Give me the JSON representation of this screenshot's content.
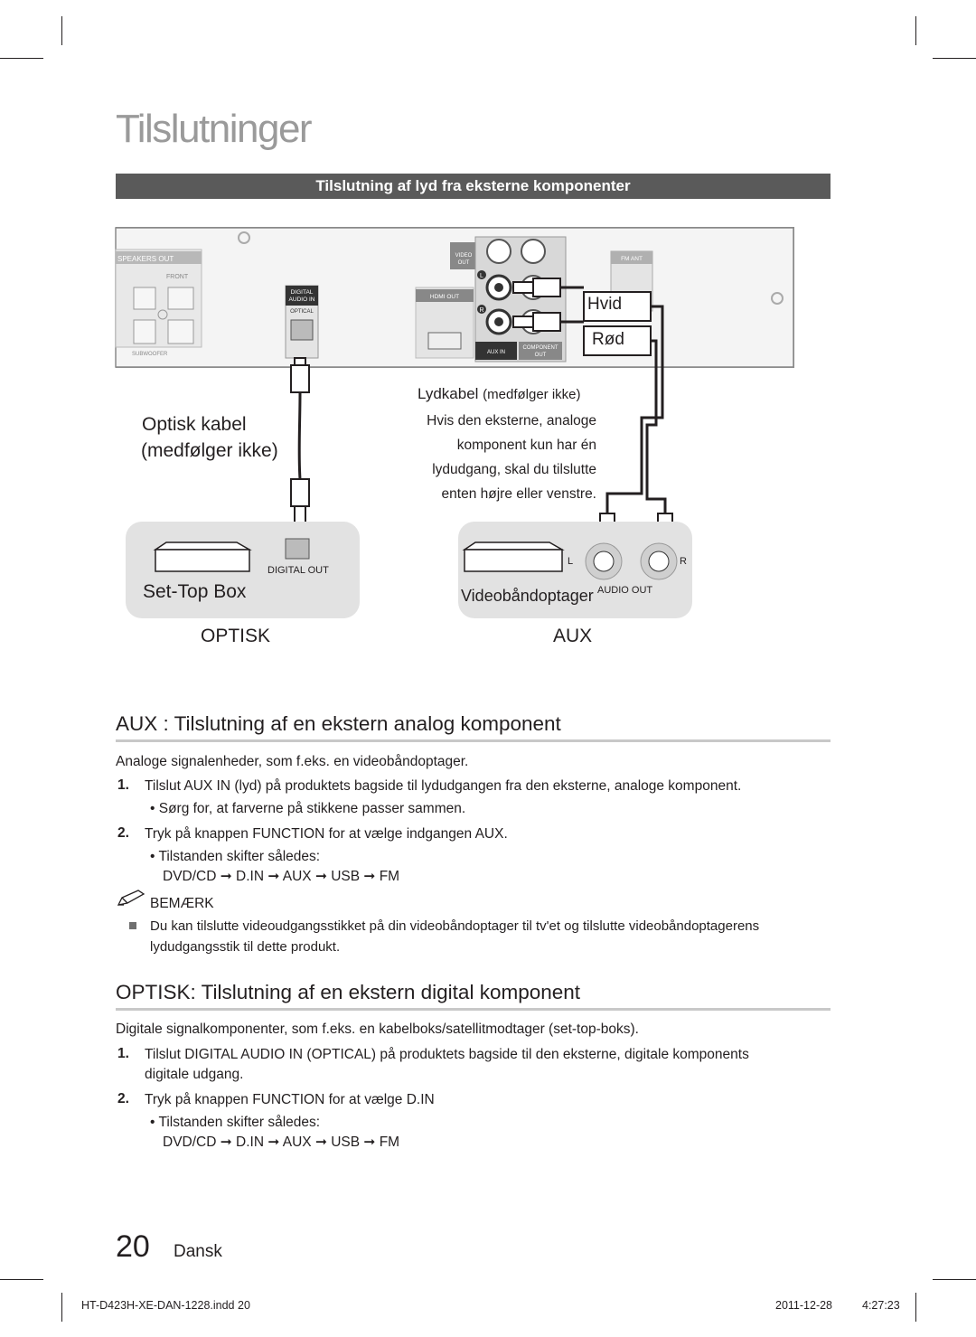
{
  "page": {
    "title": "Tilslutninger",
    "section_bar": "Tilslutning af lyd fra eksterne komponenter",
    "page_number": "20",
    "language": "Dansk"
  },
  "diagram": {
    "rear_panel_labels": {
      "speakers_out": "SPEAKERS OUT",
      "front": "FRONT",
      "subwoofer": "SUBWOOFER",
      "digital_audio_in_1": "DIGITAL",
      "digital_audio_in_2": "AUDIO IN",
      "optical": "OPTICAL",
      "video_out_1": "VIDEO",
      "video_out_2": "OUT",
      "hdmi_out": "HDMI OUT",
      "aux_in": "AUX IN",
      "component_out_1": "COMPONENT",
      "component_out_2": "OUT",
      "fm_ant": "FM ANT",
      "l": "L",
      "r": "R"
    },
    "hvid": "Hvid",
    "rod": "Rød",
    "lydkabel_bold": "Lydkabel",
    "lydkabel_rest": "(medfølger ikke)",
    "lydkabel_note": [
      "Hvis den eksterne, analoge",
      "komponent kun har én",
      "lydudgang, skal du tilslutte",
      "enten højre eller venstre."
    ],
    "optisk_kabel_1": "Optisk kabel",
    "optisk_kabel_2": "(medfølger ikke)",
    "digital_out": "DIGITAL OUT",
    "set_top_box": "Set-Top Box",
    "videobandoptager": "Videobåndoptager",
    "audio_out": "AUDIO OUT",
    "l_label": "L",
    "r_label": "R",
    "optisk": "OPTISK",
    "aux": "AUX"
  },
  "aux_section": {
    "heading": "AUX : Tilslutning af en ekstern analog komponent",
    "intro": "Analoge signalenheder, som f.eks. en videobåndoptager.",
    "step1_num": "1.",
    "step1_a": "Tilslut ",
    "step1_b": "AUX IN",
    "step1_c": " (lyd) på produktets bagside til lydudgangen fra den eksterne, analoge komponent.",
    "step1_bullet": "Sørg for, at farverne på stikkene passer sammen.",
    "step2_num": "2.",
    "step2_a": "Tryk på knappen ",
    "step2_b": "FUNCTION",
    "step2_c": " for at vælge indgangen ",
    "step2_d": "AUX",
    "step2_e": ".",
    "step2_bullet": "Tilstanden skifter således:",
    "chain": "DVD/CD ➞ D.IN ➞ AUX ➞ USB ➞ FM",
    "note_title": "BEMÆRK",
    "note_line1": "Du kan tilslutte videoudgangsstikket på din videobåndoptager til tv'et og tilslutte videobåndoptagerens",
    "note_line2": "lydudgangsstik til dette produkt."
  },
  "optisk_section": {
    "heading": "OPTISK: Tilslutning af en ekstern digital komponent",
    "intro": "Digitale signalkomponenter, som f.eks. en kabelboks/satellitmodtager (set-top-boks).",
    "step1_num": "1.",
    "step1_a": "Tilslut ",
    "step1_b": "DIGITAL AUDIO IN (OPTICAL)",
    "step1_c": " på produktets bagside til den eksterne, digitale komponents",
    "step1_d": "digitale udgang.",
    "step2_num": "2.",
    "step2_a": "Tryk på knappen ",
    "step2_b": "FUNCTION",
    "step2_c": " for at vælge ",
    "step2_d": "D.IN",
    "step2_bullet": "Tilstanden skifter således:",
    "chain": "DVD/CD ➞ D.IN ➞ AUX ➞ USB ➞ FM"
  },
  "footer": {
    "file": "HT-D423H-XE-DAN-1228.indd   20",
    "date": "2011-12-28",
    "time": "4:27:23"
  },
  "colors": {
    "title_gray": "#9a9a9a",
    "bar_gray": "#5a5a5a",
    "panel_gray": "#e2e2e2",
    "text": "#231f20"
  }
}
